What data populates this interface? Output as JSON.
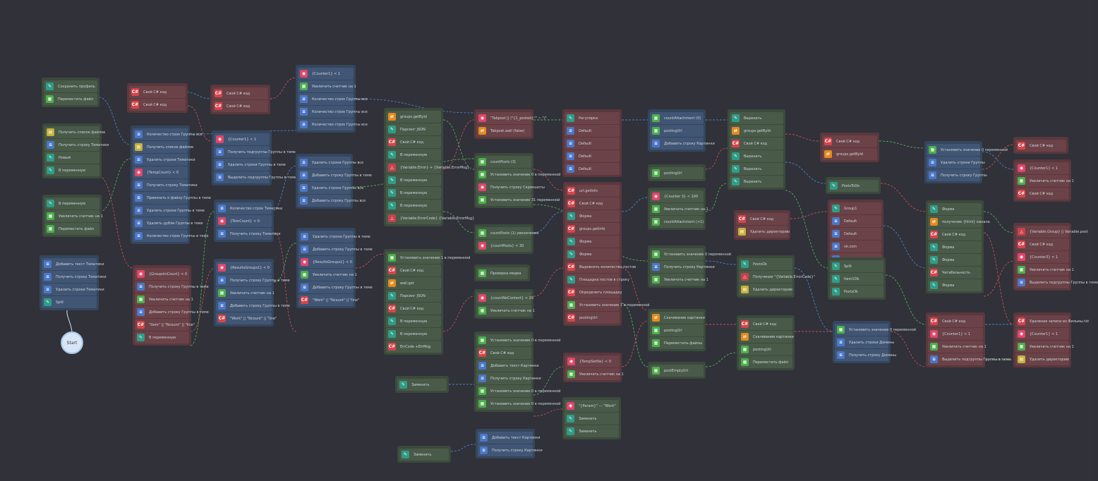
{
  "canvas": {
    "background": "#303139"
  },
  "start": {
    "label": "Start"
  },
  "groups": [
    {
      "id": "g1",
      "color": "green",
      "rows": [
        {
          "t": "Сохранить профиль",
          "i": "teal"
        },
        {
          "t": "Переместить файл",
          "i": "grid"
        }
      ]
    },
    {
      "id": "g2",
      "color": "green",
      "rows": [
        {
          "t": "Получить список файлов",
          "i": "yellow"
        },
        {
          "t": "Получить строку Тематики",
          "i": "blue"
        },
        {
          "t": "Новый",
          "i": "teal"
        },
        {
          "t": "В переменную",
          "i": "teal"
        }
      ]
    },
    {
      "id": "g3",
      "color": "green",
      "rows": [
        {
          "t": "В переменную",
          "i": "teal"
        },
        {
          "t": "Увеличить счетчик на 1",
          "i": "grid"
        },
        {
          "t": "Переместить файл",
          "i": "grid"
        }
      ]
    },
    {
      "id": "g4",
      "color": "blue",
      "rows": [
        {
          "t": "Добавить текст Тематики",
          "i": "blue"
        },
        {
          "t": "Получить строку Тематики",
          "i": "blue"
        },
        {
          "t": "Удалить строки Тематики",
          "i": "blue"
        },
        {
          "t": "Split",
          "i": "teal"
        }
      ]
    },
    {
      "id": "g5",
      "color": "red",
      "rows": [
        {
          "t": "Свой C# код",
          "i": "cs"
        },
        {
          "t": "Свой C# код",
          "i": "cs"
        }
      ]
    },
    {
      "id": "g6",
      "color": "blue",
      "rows": [
        {
          "t": "Количество строк Группы все",
          "i": "blue"
        },
        {
          "t": "Получить список файлов",
          "i": "yellow"
        },
        {
          "t": "Удалить строки Тематики",
          "i": "blue"
        },
        {
          "t": "{TempCount} < 0",
          "i": "pink"
        },
        {
          "t": "Получить строку Тематики",
          "i": "blue"
        },
        {
          "t": "Привязать к файлу Группы в теме",
          "i": "blue"
        },
        {
          "t": "Удалить строки Группы в теме",
          "i": "blue"
        },
        {
          "t": "Удалить дубли Группы в теме",
          "i": "blue"
        },
        {
          "t": "Количество строк Группы в теме",
          "i": "blue"
        }
      ]
    },
    {
      "id": "g7",
      "color": "red",
      "rows": [
        {
          "t": "{GroupsInCount} < 0",
          "i": "pink"
        },
        {
          "t": "Получить строку Группы в теме",
          "i": "blue"
        },
        {
          "t": "Увеличить счетчик на 1",
          "i": "grid"
        },
        {
          "t": "Добавить строку Группы в теме",
          "i": "blue"
        },
        {
          "t": "\"Item\" || \"Ncount\" || \"line\"",
          "i": "cs"
        },
        {
          "t": "В переменную",
          "i": "teal"
        }
      ]
    },
    {
      "id": "g8",
      "color": "red",
      "rows": [
        {
          "t": "Свой C# код",
          "i": "cs"
        },
        {
          "t": "Свой C# код",
          "i": "cs"
        }
      ]
    },
    {
      "id": "g9",
      "color": "blue",
      "rows": [
        {
          "t": "{Counter1} < 1",
          "i": "pink"
        },
        {
          "t": "Получить подгруппы Группы в теме",
          "i": "blue"
        },
        {
          "t": "Удалить строки Группы в теме",
          "i": "blue"
        },
        {
          "t": "Выделить подгруппы Группы в теме",
          "i": "blue"
        }
      ]
    },
    {
      "id": "g10",
      "color": "blue",
      "rows": [
        {
          "t": "Количество строк Тематики",
          "i": "blue"
        },
        {
          "t": "{TemCount} < 0",
          "i": "pink"
        },
        {
          "t": "Получить строку Тематики",
          "i": "blue"
        }
      ]
    },
    {
      "id": "g11",
      "color": "blue",
      "rows": [
        {
          "t": "{ResultsGroups1} < 0",
          "i": "pink"
        },
        {
          "t": "Получить строку Группы в теме",
          "i": "blue"
        },
        {
          "t": "Увеличить счетчик на 1",
          "i": "grid"
        },
        {
          "t": "Добавить строку Группы в теме",
          "i": "blue"
        },
        {
          "t": "\"Work\" || \"Ncount\" || \"line\"",
          "i": "cs"
        }
      ]
    },
    {
      "id": "g12",
      "color": "blue",
      "rows": [
        {
          "t": "{Counter1} < 1",
          "i": "pink"
        },
        {
          "t": "Увеличить счетчик на 1",
          "i": "grid"
        },
        {
          "t": "Количество строк Группы все",
          "i": "blue"
        },
        {
          "t": "Количество строк Группы все",
          "i": "blue"
        },
        {
          "t": "Количество строк Группы все",
          "i": "blue"
        }
      ]
    },
    {
      "id": "g13",
      "color": "blue",
      "rows": [
        {
          "t": "Удалить строки Группы все",
          "i": "blue"
        },
        {
          "t": "Добавить строку Группы в теме",
          "i": "blue"
        },
        {
          "t": "Удалить строки Группы все",
          "i": "blue"
        },
        {
          "t": "Добавить строку Группы все",
          "i": "blue"
        }
      ]
    },
    {
      "id": "g14",
      "color": "blue",
      "rows": [
        {
          "t": "Удалить строки Группы в теме",
          "i": "blue"
        },
        {
          "t": "Добавить строку Группы в теме",
          "i": "blue"
        },
        {
          "t": "{ResultsGroups1} < 0",
          "i": "pink"
        },
        {
          "t": "Увеличить счетчик на 1",
          "i": "grid"
        },
        {
          "t": "Добавить строку Группы в теме",
          "i": "blue"
        },
        {
          "t": "\"Work\" || \"Ncount\" || \"line\"",
          "i": "cs"
        }
      ]
    },
    {
      "id": "g15",
      "color": "green",
      "rows": [
        {
          "t": "groups.getById",
          "i": "orange"
        },
        {
          "t": "Парсинг JSON",
          "i": "teal"
        },
        {
          "t": "Свой C# код",
          "i": "cs"
        },
        {
          "t": "В переменную",
          "i": "teal"
        },
        {
          "t": "{Variable.Error} + {Variable.ErrorMsg}",
          "i": "warn"
        },
        {
          "t": "В переменную",
          "i": "teal"
        },
        {
          "t": "В переменную",
          "i": "teal"
        },
        {
          "t": "В переменную",
          "i": "teal"
        },
        {
          "t": "{Variable.ErrorCode} {Variable.ErrorMsg}",
          "i": "warn"
        }
      ]
    },
    {
      "id": "g16",
      "color": "green",
      "rows": [
        {
          "t": "Установить значение 1 в переменной",
          "i": "grid"
        },
        {
          "t": "Свой C# код",
          "i": "cs"
        },
        {
          "t": "wall.get",
          "i": "orange"
        },
        {
          "t": "Парсинг JSON",
          "i": "teal"
        },
        {
          "t": "Свой C# код",
          "i": "cs"
        },
        {
          "t": "В переменную",
          "i": "teal"
        },
        {
          "t": "В переменную",
          "i": "teal"
        },
        {
          "t": "ErrCode +ErrMsg",
          "i": "cs"
        }
      ]
    },
    {
      "id": "g17",
      "color": "red",
      "rows": [
        {
          "t": "\"Tabpost || (\"{1_posted}\"\" ~ \"/\"",
          "i": "pink"
        },
        {
          "t": "Tabpost.wall (false)",
          "i": "orange"
        }
      ]
    },
    {
      "id": "g18",
      "color": "green",
      "rows": [
        {
          "t": "countPosts (3)",
          "i": "grid"
        },
        {
          "t": "Установить значение 0 в переменной",
          "i": "grid"
        },
        {
          "t": "Получить строку Скриншоты",
          "i": "pink"
        },
        {
          "t": "Установить значение 31 переменной",
          "i": "grid"
        }
      ]
    },
    {
      "id": "g19",
      "color": "green",
      "rows": [
        {
          "t": "countPosts (1) увеличение",
          "i": "grid"
        },
        {
          "t": "{countPosts} < 30",
          "i": "pink"
        }
      ]
    },
    {
      "id": "g20",
      "color": "green",
      "rows": [
        {
          "t": "Проверка медиа",
          "i": "grid"
        }
      ]
    },
    {
      "id": "g21",
      "color": "green",
      "rows": [
        {
          "t": "{countNoContent} < 29",
          "i": "pink"
        },
        {
          "t": "Увеличить счетчик на 1",
          "i": "grid"
        }
      ]
    },
    {
      "id": "g22",
      "color": "green",
      "rows": [
        {
          "t": "Установить значение 0 в переменной",
          "i": "grid"
        },
        {
          "t": "Свой C# код",
          "i": "cs"
        },
        {
          "t": "Добавить текст Картинки",
          "i": "blue"
        },
        {
          "t": "Получить строку Картинки",
          "i": "blue"
        },
        {
          "t": "Установить значение 0 в переменной",
          "i": "grid"
        },
        {
          "t": "Установить значение 0 в переменной",
          "i": "grid"
        }
      ]
    },
    {
      "id": "g23",
      "color": "green",
      "rows": [
        {
          "t": "Заменить",
          "i": "teal"
        }
      ]
    },
    {
      "id": "g24",
      "color": "blue",
      "rows": [
        {
          "t": "Добавить текст Картинки",
          "i": "blue"
        },
        {
          "t": "Получить строку Картинки",
          "i": "blue"
        }
      ]
    },
    {
      "id": "g25",
      "color": "green",
      "rows": [
        {
          "t": "Заменить",
          "i": "teal"
        }
      ]
    },
    {
      "id": "g26",
      "color": "red",
      "rows": [
        {
          "t": "Регулярка",
          "i": "teal"
        },
        {
          "t": "Default",
          "i": "blue"
        },
        {
          "t": "Default",
          "i": "blue"
        },
        {
          "t": "Default",
          "i": "blue"
        },
        {
          "t": "Default",
          "i": "blue"
        }
      ]
    },
    {
      "id": "g27",
      "color": "red",
      "rows": [
        {
          "t": "url.getInfo",
          "i": "cs"
        },
        {
          "t": "Свой C# код",
          "i": "cs"
        },
        {
          "t": "Форма",
          "i": "teal"
        },
        {
          "t": "groups.getInfo",
          "i": "cs"
        },
        {
          "t": "Форма",
          "i": "teal"
        },
        {
          "t": "Форма",
          "i": "teal"
        },
        {
          "t": "Выровнять количество постов",
          "i": "cs"
        },
        {
          "t": "Площадка постов в строку",
          "i": "teal"
        },
        {
          "t": "Определить площадку",
          "i": "cs"
        },
        {
          "t": "Установить значение 1 в переменной",
          "i": "grid"
        },
        {
          "t": "postingUrl",
          "i": "cs"
        }
      ]
    },
    {
      "id": "g28",
      "color": "red",
      "rows": [
        {
          "t": "{TempSettle} < 0",
          "i": "pink"
        },
        {
          "t": "Увеличить счетчик на 1",
          "i": "grid"
        }
      ]
    },
    {
      "id": "g29",
      "color": "green",
      "rows": [
        {
          "t": "\"{Param}\" --- \"Work\"",
          "i": "pink"
        },
        {
          "t": "Заменить",
          "i": "teal"
        },
        {
          "t": "Заменить",
          "i": "teal"
        }
      ]
    },
    {
      "id": "g30",
      "color": "blue",
      "rows": [
        {
          "t": "countAttachment (0)",
          "i": "grid"
        },
        {
          "t": "postingUrl",
          "i": "grid"
        },
        {
          "t": "Добавить строку Картинки",
          "i": "blue"
        }
      ]
    },
    {
      "id": "g31",
      "color": "green",
      "rows": [
        {
          "t": "postingUrl",
          "i": "grid"
        }
      ]
    },
    {
      "id": "g32",
      "color": "green",
      "rows": [
        {
          "t": "{Counter 3} < 100",
          "i": "pink"
        },
        {
          "t": "Увеличить счетчик на 1",
          "i": "grid"
        },
        {
          "t": "countAttachment (+1)",
          "i": "grid"
        }
      ]
    },
    {
      "id": "g33",
      "color": "green",
      "rows": [
        {
          "t": "Установить значение 0 переменной",
          "i": "grid"
        },
        {
          "t": "Получить строку Картинки",
          "i": "blue"
        },
        {
          "t": "Увеличить счетчик на 1",
          "i": "grid"
        }
      ]
    },
    {
      "id": "g34",
      "color": "green",
      "rows": [
        {
          "t": "Скачивание картинки",
          "i": "orange"
        },
        {
          "t": "postingUrl",
          "i": "grid"
        },
        {
          "t": "Переместить файлы",
          "i": "grid"
        }
      ]
    },
    {
      "id": "g35",
      "color": "green",
      "rows": [
        {
          "t": "postEmptyUrl",
          "i": "grid"
        }
      ]
    },
    {
      "id": "g36",
      "color": "green",
      "rows": [
        {
          "t": "Вырезать",
          "i": "teal"
        },
        {
          "t": "groups.getById",
          "i": "orange"
        },
        {
          "t": "Свой C# код",
          "i": "cs"
        },
        {
          "t": "Вырезать",
          "i": "teal"
        },
        {
          "t": "Вырезать",
          "i": "teal"
        },
        {
          "t": "Вырезать",
          "i": "teal"
        }
      ]
    },
    {
      "id": "g37",
      "color": "red",
      "rows": [
        {
          "t": "Свой C# код",
          "i": "cs"
        },
        {
          "t": "Удалить директорию",
          "i": "yellow"
        }
      ]
    },
    {
      "id": "g38",
      "color": "green",
      "rows": [
        {
          "t": "PostsOk",
          "i": "teal"
        },
        {
          "t": "Получение \"{Variable.ErrorCode}\"",
          "i": "warn"
        },
        {
          "t": "Удалить директорию",
          "i": "yellow"
        }
      ]
    },
    {
      "id": "g39",
      "color": "green",
      "rows": [
        {
          "t": "Свой C# код",
          "i": "cs"
        },
        {
          "t": "Скачивание картинки",
          "i": "orange"
        },
        {
          "t": "postingUrl",
          "i": "grid"
        },
        {
          "t": "Переместить файл",
          "i": "grid"
        }
      ]
    },
    {
      "id": "g40",
      "color": "red",
      "rows": [
        {
          "t": "Свой C# код",
          "i": "cs"
        },
        {
          "t": "groups.getById",
          "i": "orange"
        }
      ]
    },
    {
      "id": "g41",
      "color": "green",
      "rows": [
        {
          "t": "PostsToDo",
          "i": "teal"
        }
      ]
    },
    {
      "id": "g42",
      "color": "red",
      "rows": [
        {
          "t": "Group1",
          "i": "teal"
        },
        {
          "t": "Default",
          "i": "blue"
        },
        {
          "t": "Default",
          "i": "blue"
        },
        {
          "t": "vk.com",
          "i": "blue"
        },
        {
          "t": "Default",
          "i": "blue"
        }
      ]
    },
    {
      "id": "g43",
      "color": "green",
      "rows": [
        {
          "t": "Split",
          "i": "teal"
        },
        {
          "t": "Item1Ok",
          "i": "teal"
        },
        {
          "t": "PostsOk",
          "i": "teal"
        }
      ]
    },
    {
      "id": "g44",
      "color": "blue",
      "rows": [
        {
          "t": "Установить значение 0 переменной",
          "i": "grid"
        },
        {
          "t": "Удалить строки Домены",
          "i": "blue"
        },
        {
          "t": "Получить строку Домены",
          "i": "blue"
        }
      ]
    },
    {
      "id": "g45",
      "color": "blue",
      "rows": [
        {
          "t": "Установить значение 0 переменной",
          "i": "grid"
        },
        {
          "t": "Удалить строки Группы",
          "i": "blue"
        },
        {
          "t": "Получить строку Группы",
          "i": "blue"
        }
      ]
    },
    {
      "id": "g46",
      "color": "green",
      "rows": [
        {
          "t": "Форма",
          "i": "teal"
        },
        {
          "t": "получение {html} канала",
          "i": "orange"
        },
        {
          "t": "Свой C# код",
          "i": "cs"
        },
        {
          "t": "Форма",
          "i": "teal"
        },
        {
          "t": "Форма",
          "i": "teal"
        },
        {
          "t": "Читабельность",
          "i": "cs"
        },
        {
          "t": "Форма",
          "i": "teal"
        }
      ]
    },
    {
      "id": "g47",
      "color": "red",
      "rows": [
        {
          "t": "Свой C# код",
          "i": "cs"
        },
        {
          "t": "{Counter1} < 1",
          "i": "pink"
        },
        {
          "t": "Увеличить счетчик на 1",
          "i": "grid"
        },
        {
          "t": "Выделить подгруппы Группы в теме",
          "i": "blue"
        }
      ]
    },
    {
      "id": "g48",
      "color": "red",
      "rows": [
        {
          "t": "Свой C# код",
          "i": "cs"
        }
      ]
    },
    {
      "id": "g49",
      "color": "red",
      "rows": [
        {
          "t": "{Counter1} < 1",
          "i": "pink"
        },
        {
          "t": "Увеличить счетчик на 1",
          "i": "grid"
        },
        {
          "t": "Свой C# код",
          "i": "cs"
        }
      ]
    },
    {
      "id": "g50",
      "color": "red",
      "rows": [
        {
          "t": "{Variable.Group} || Variable.post",
          "i": "warn"
        },
        {
          "t": "Свой C# код",
          "i": "cs"
        },
        {
          "t": "{Counter3} < 1",
          "i": "pink"
        },
        {
          "t": "Увеличить счетчик на 1",
          "i": "grid"
        },
        {
          "t": "Выделить подгруппы Группы в теме",
          "i": "blue"
        }
      ]
    },
    {
      "id": "g51",
      "color": "red",
      "rows": [
        {
          "t": "Удаление записи из Фильмы.txt",
          "i": "cs"
        },
        {
          "t": "{Counter1} < 1",
          "i": "pink"
        },
        {
          "t": "Увеличить счетчик на 1",
          "i": "grid"
        },
        {
          "t": "Удалить директорию",
          "i": "yellow"
        }
      ]
    }
  ],
  "wire_colors": {
    "blue": "#4e8fe0",
    "red": "#e0545a",
    "green": "#5fbf5a"
  }
}
